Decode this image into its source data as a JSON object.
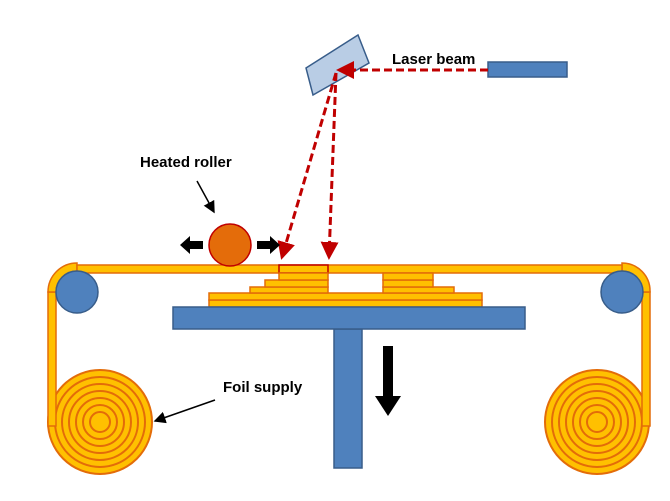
{
  "labels": {
    "laser_beam": "Laser beam",
    "heated_roller": "Heated roller",
    "foil_supply": "Foil supply"
  },
  "colors": {
    "foil": "#FFC000",
    "foil_edge": "#E36C09",
    "platform": "#4F81BD",
    "platform_edge": "#385D8A",
    "mirror": "#B9CDE5",
    "roller": "#E46C0A",
    "roller_edge": "#C00000",
    "laser_path": "#C00000"
  },
  "icons": {
    "platform_motion": "arrow-down",
    "roller_motion": "arrow-left-right"
  }
}
